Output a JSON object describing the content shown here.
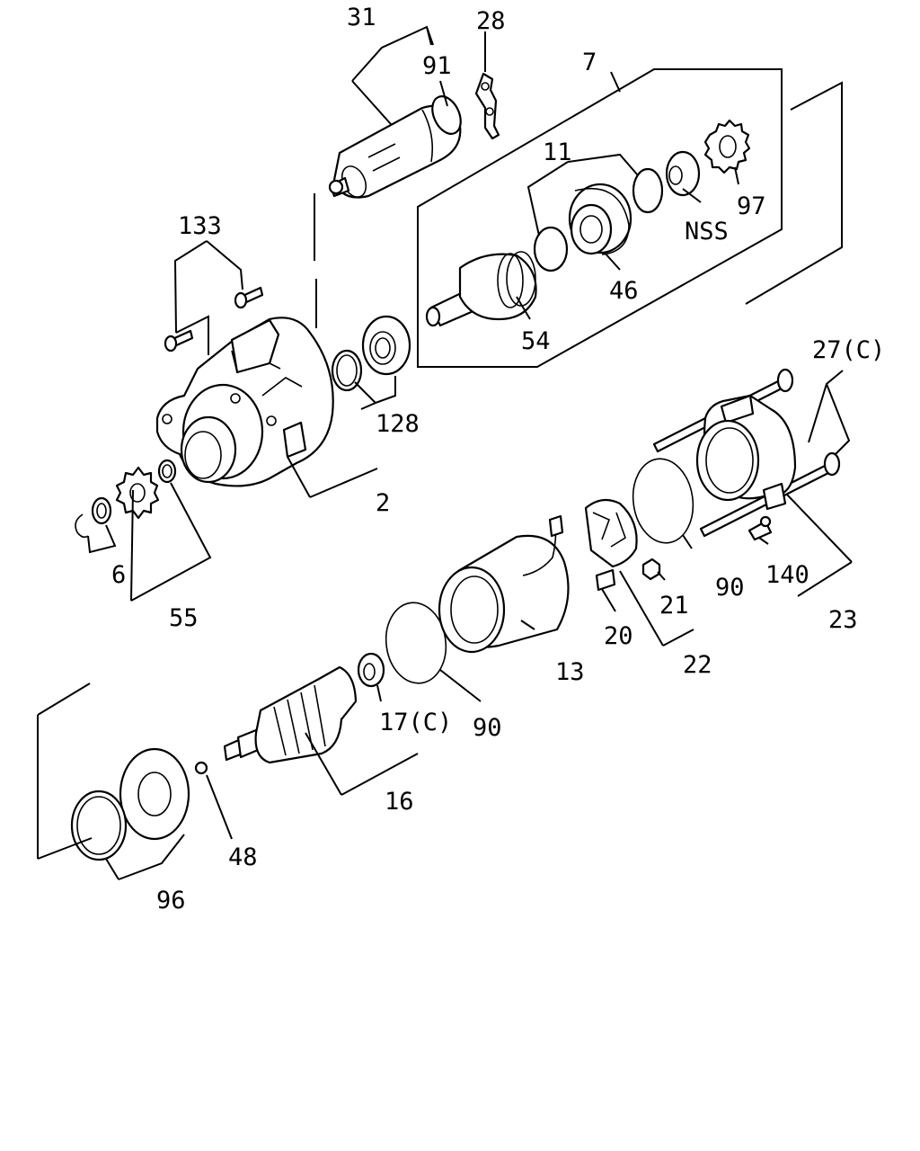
{
  "labels": {
    "p31": "31",
    "p28": "28",
    "p91": "91",
    "p7": "7",
    "p11": "11",
    "p97": "97",
    "nss": "NSS",
    "p46": "46",
    "p54": "54",
    "p133": "133",
    "p128": "128",
    "p2": "2",
    "p6": "6",
    "p55": "55",
    "p27": "27(C)",
    "p90a": "90",
    "p140": "140",
    "p23": "23",
    "p21": "21",
    "p20": "20",
    "p22": "22",
    "p13": "13",
    "p90b": "90",
    "p17": "17(C)",
    "p16": "16",
    "p48": "48",
    "p96": "96"
  }
}
